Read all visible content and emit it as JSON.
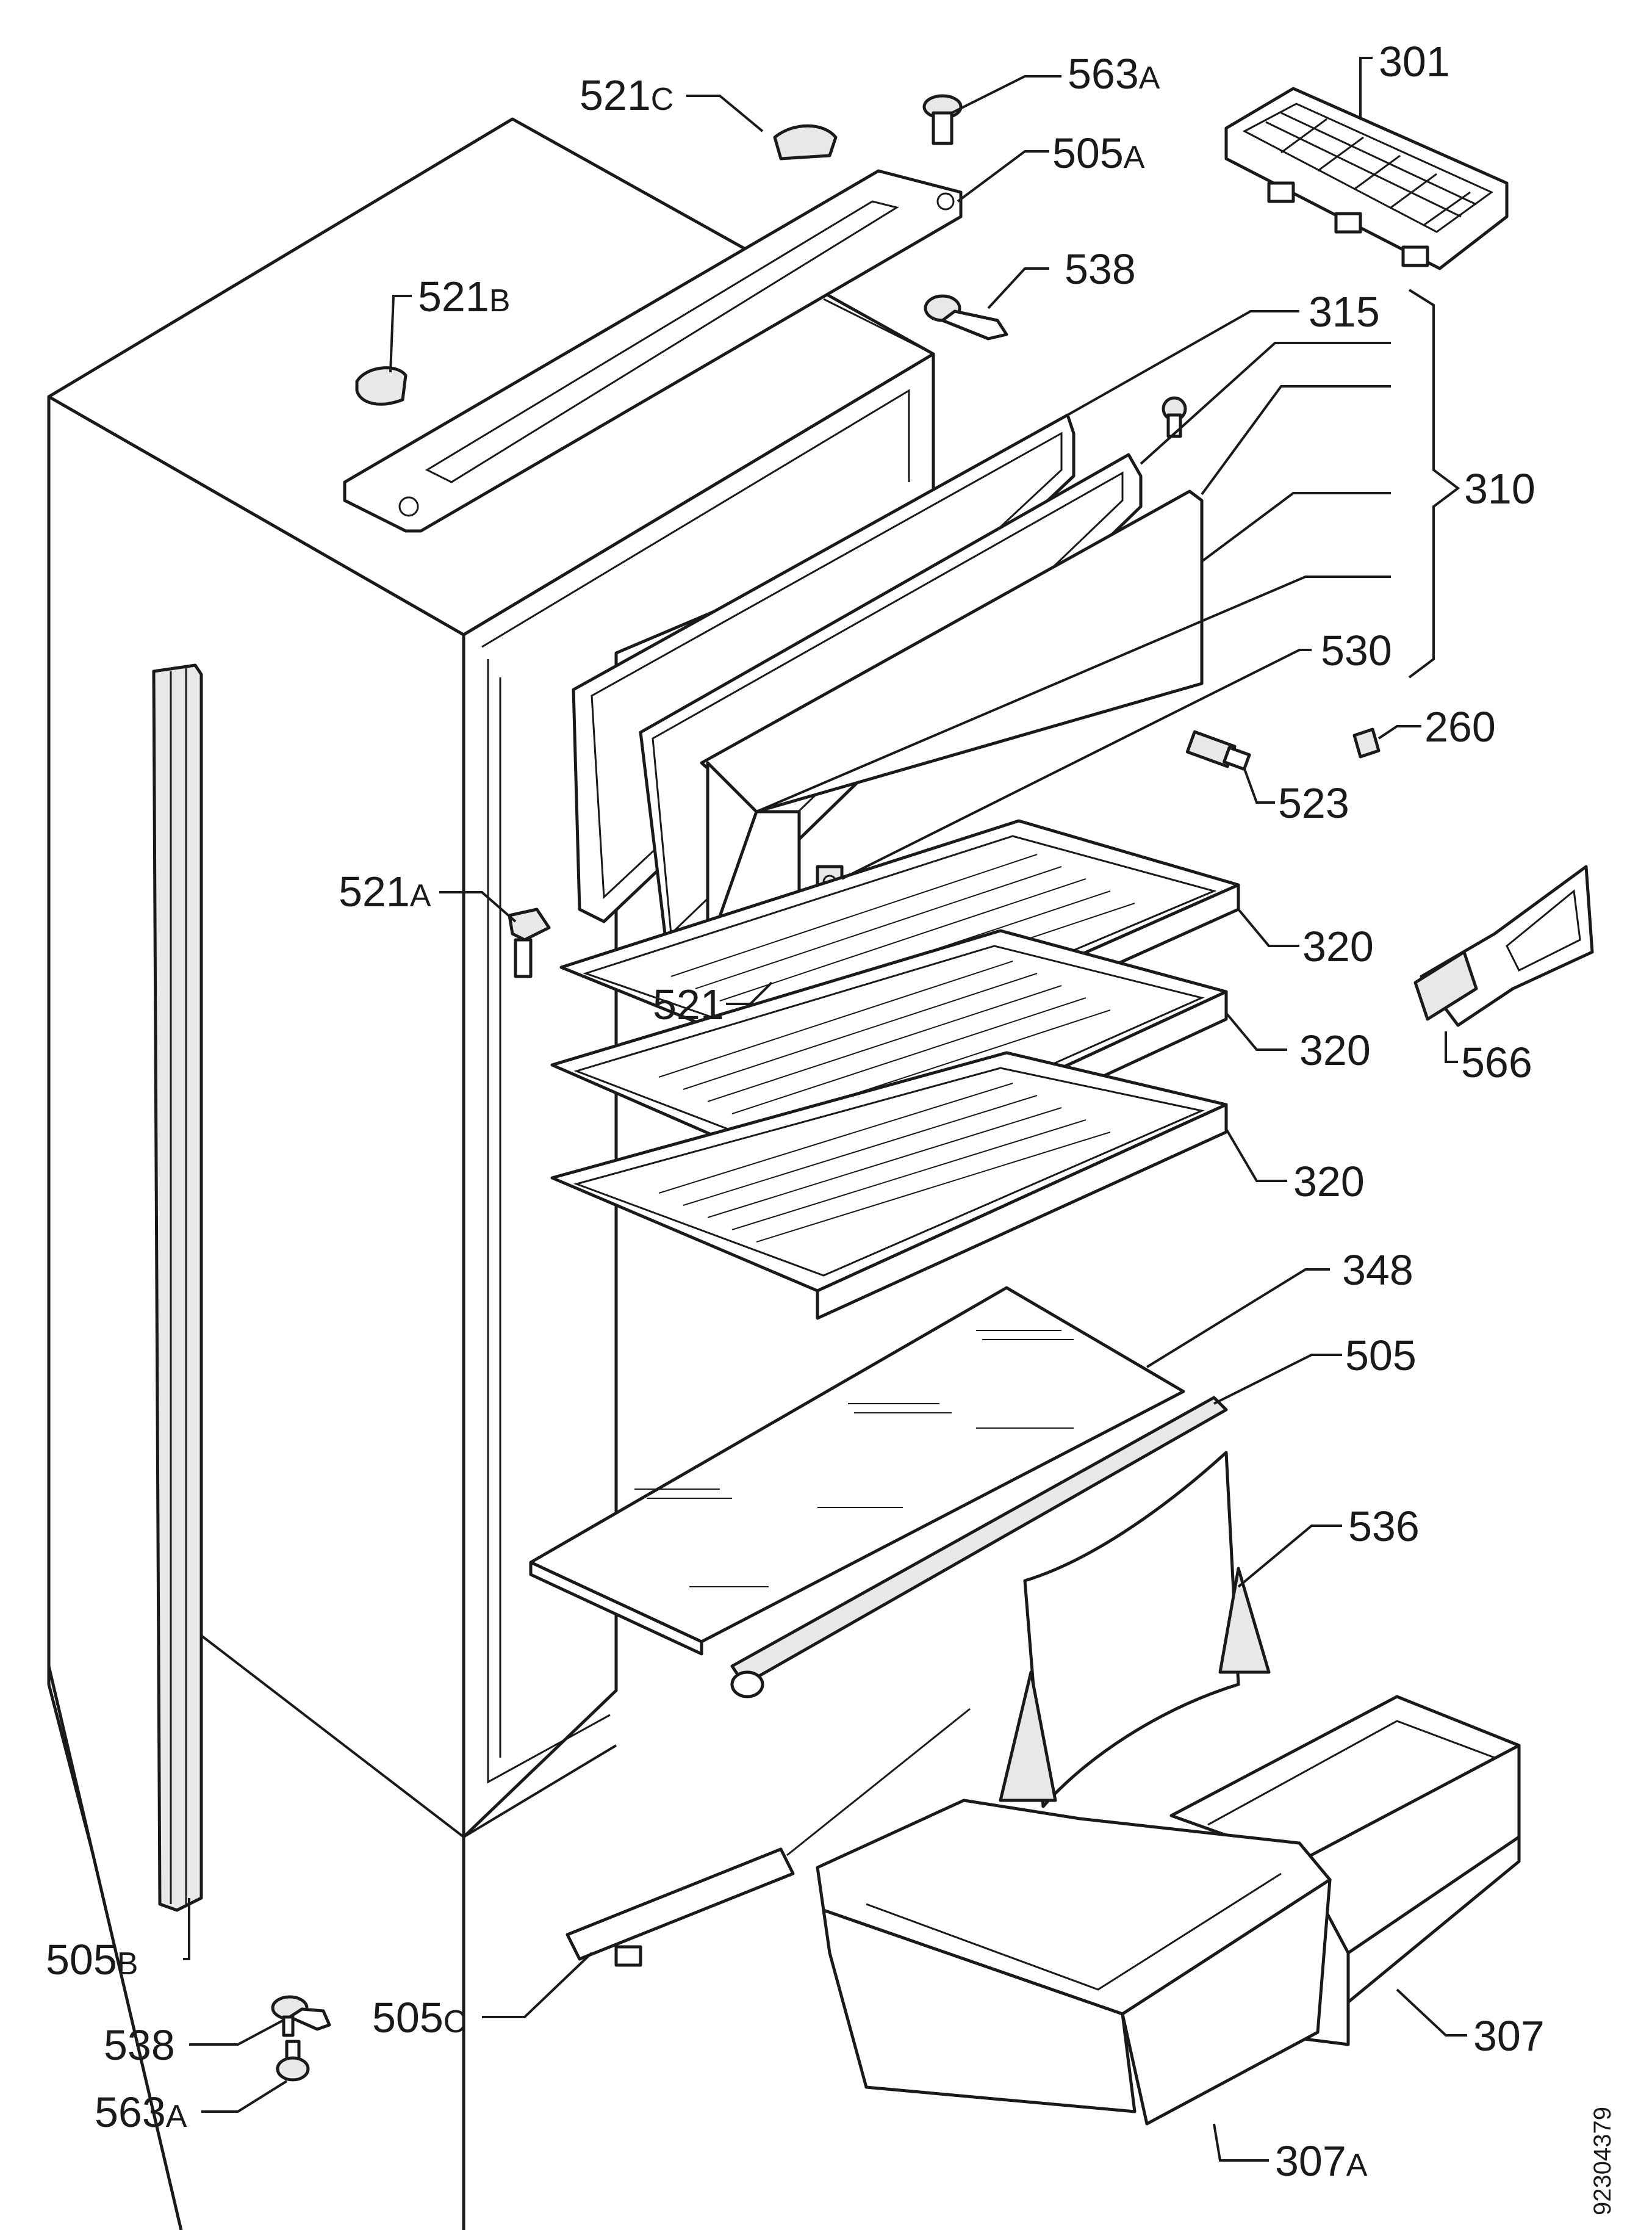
{
  "document_id": "92304379",
  "labels": {
    "p521c": {
      "num": "521",
      "suffix": "C"
    },
    "p563a_top": {
      "num": "563",
      "suffix": "A"
    },
    "p301": {
      "num": "301",
      "suffix": ""
    },
    "p505a": {
      "num": "505",
      "suffix": "A"
    },
    "p521b": {
      "num": "521",
      "suffix": "B"
    },
    "p538_top": {
      "num": "538",
      "suffix": ""
    },
    "p315": {
      "num": "315",
      "suffix": ""
    },
    "p310": {
      "num": "310",
      "suffix": ""
    },
    "p530": {
      "num": "530",
      "suffix": ""
    },
    "p260": {
      "num": "260",
      "suffix": ""
    },
    "p523": {
      "num": "523",
      "suffix": ""
    },
    "p521a": {
      "num": "521",
      "suffix": "A"
    },
    "p320_1": {
      "num": "320",
      "suffix": ""
    },
    "p566": {
      "num": "566",
      "suffix": ""
    },
    "p521": {
      "num": "521",
      "suffix": ""
    },
    "p320_2": {
      "num": "320",
      "suffix": ""
    },
    "p320_3": {
      "num": "320",
      "suffix": ""
    },
    "p348": {
      "num": "348",
      "suffix": ""
    },
    "p505": {
      "num": "505",
      "suffix": ""
    },
    "p536": {
      "num": "536",
      "suffix": ""
    },
    "p505b": {
      "num": "505",
      "suffix": "B"
    },
    "p538_bot": {
      "num": "538",
      "suffix": ""
    },
    "p505c": {
      "num": "505",
      "suffix": "C"
    },
    "p307": {
      "num": "307",
      "suffix": ""
    },
    "p563a_bot": {
      "num": "563",
      "suffix": "A"
    },
    "p307a": {
      "num": "307",
      "suffix": "A"
    }
  }
}
